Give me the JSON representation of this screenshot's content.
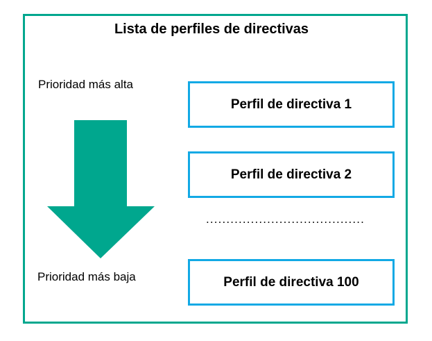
{
  "diagram": {
    "title": "Lista de perfiles de directivas",
    "frame_color": "#00a78e",
    "box_border_color": "#12a9e5",
    "arrow_color": "#00a78e",
    "priority": {
      "high_label": "Prioridad más alta",
      "low_label": "Prioridad más baja"
    },
    "arrow": {
      "name": "down-arrow",
      "direction": "down",
      "meaning": "decreasing priority"
    },
    "profiles": [
      {
        "label": "Perfil de directiva 1"
      },
      {
        "label": "Perfil de directiva 2"
      },
      {
        "label": "Perfil de directiva 100"
      }
    ],
    "continuation": {
      "dots": "......................................."
    }
  }
}
